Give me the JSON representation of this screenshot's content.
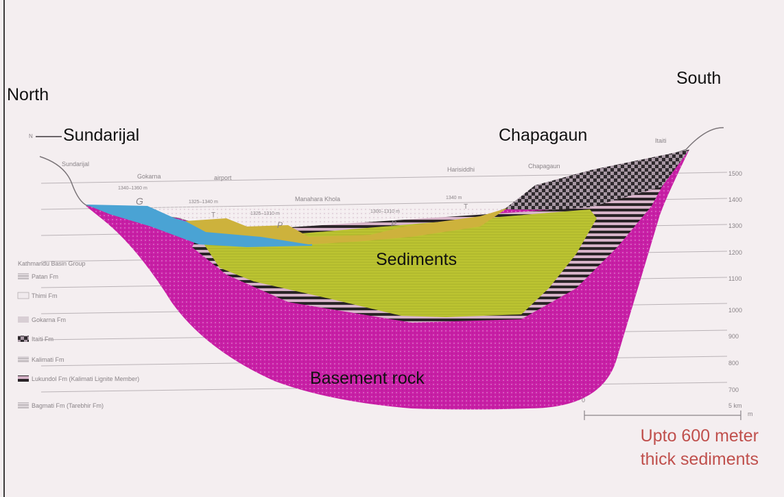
{
  "labels": {
    "north": "North",
    "south": "South",
    "sundarijal": "Sundarijal",
    "chapagaun": "Chapagaun",
    "sediments": "Sediments",
    "basement": "Basement rock",
    "note_line1": "Upto 600 meter",
    "note_line2": "thick sediments"
  },
  "map_labels": {
    "north_arrow": "N",
    "sundarijal": "Sundarijal",
    "gokarna": "Gokarna",
    "airport": "airport",
    "harisiddhi": "Harisiddhi",
    "chapagaun": "Chapagaun",
    "itaiti": "Itaiti",
    "manahara": "Manahara Khola",
    "elev1": "1340–1360 m",
    "elev2": "1325–1340 m",
    "elev3": "1325–1310 m",
    "elev4": "1300–1310 m",
    "elev5": "1340 m",
    "g_mark": "G",
    "p_mark1": "P",
    "p_mark2": "P",
    "t_mark1": "T",
    "t_mark2": "T"
  },
  "elevation_ticks": [
    "1500",
    "1400",
    "1300",
    "1200",
    "1100",
    "1000",
    "900",
    "800",
    "700"
  ],
  "elevation_unit": "m",
  "legend": {
    "title": "Kathmandu Basin Group",
    "items": [
      "Patan Fm",
      "Thimi Fm",
      "Gokarna Fm",
      "Itaiti Fm",
      "Kalimati Fm",
      "Lukundol Fm (Kalimati Lignite Member)",
      "Bagmati Fm (Tarebhir Fm)"
    ]
  },
  "scale_bar": {
    "start": "0",
    "end": "5 km"
  },
  "colors": {
    "basement": "#c81fa6",
    "sediments": "#bcc431",
    "upper_sediments": "#cdb23c",
    "gokarna": "#4aa3d4",
    "itaiti": "#3a3338",
    "note": "#c0504d"
  }
}
